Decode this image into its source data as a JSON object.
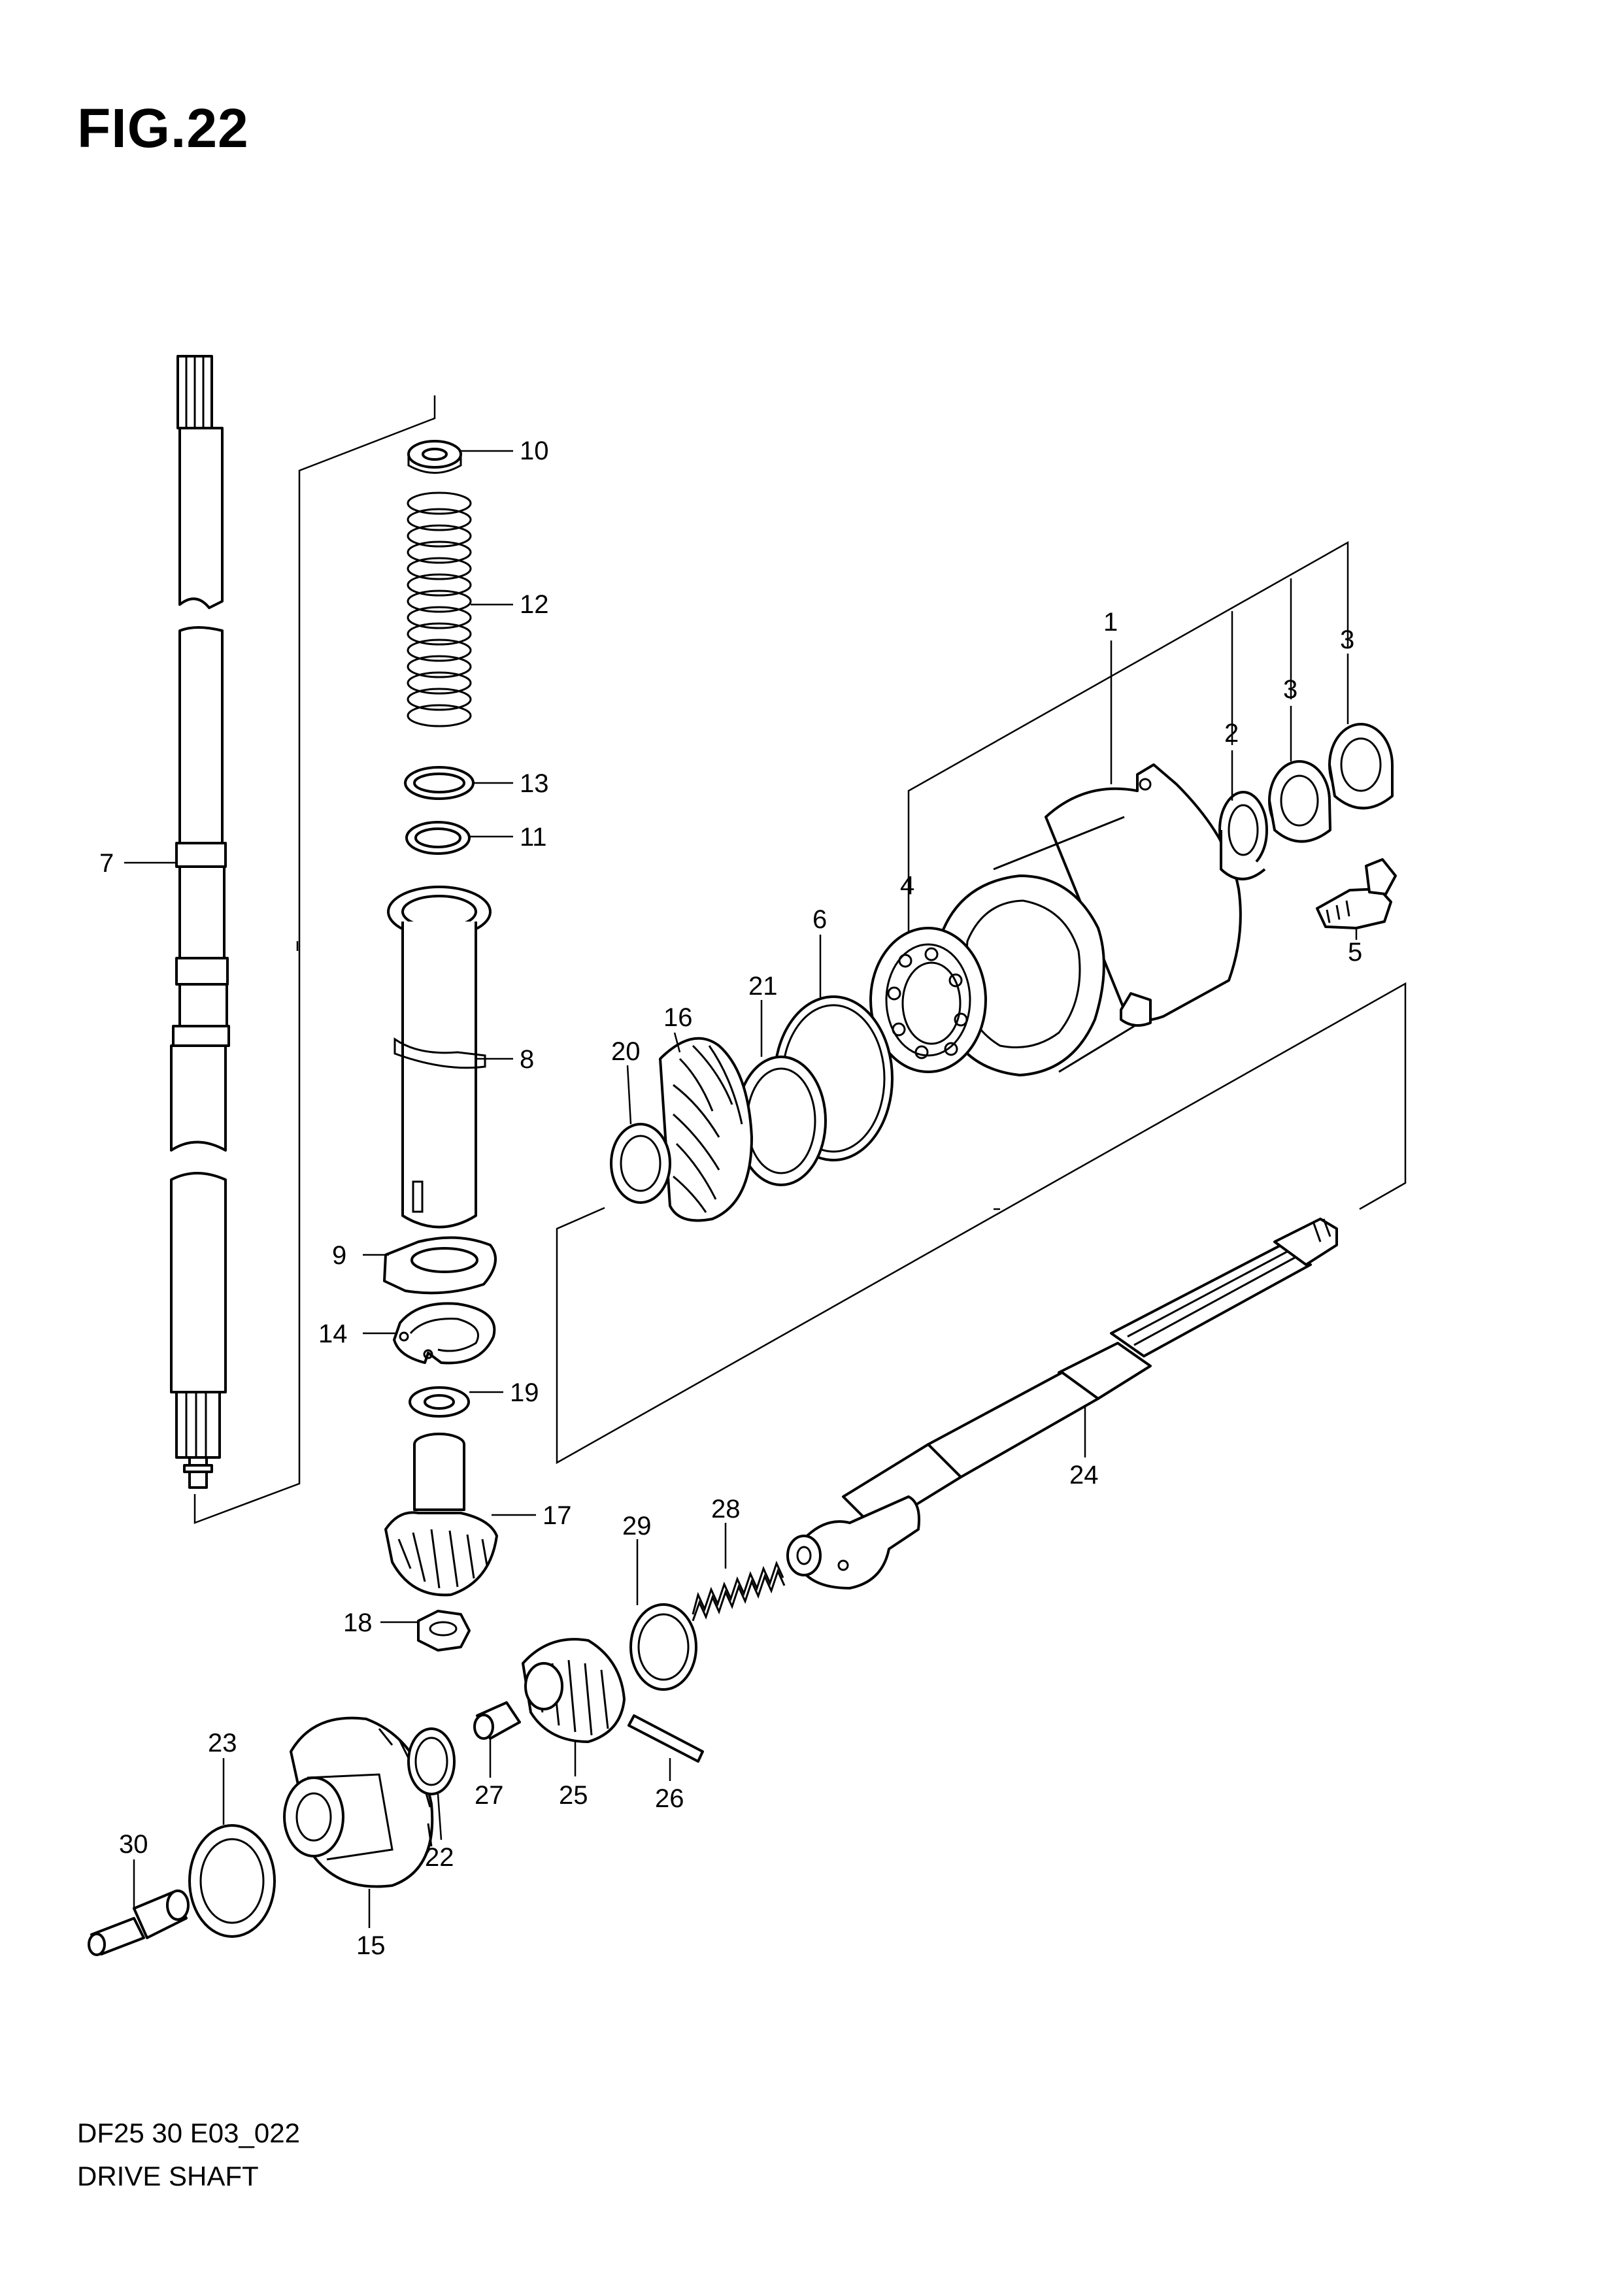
{
  "figure": {
    "title": "FIG.22",
    "code": "DF25 30 E03_022",
    "name": "DRIVE SHAFT"
  },
  "callouts": [
    {
      "id": "1",
      "label": "1"
    },
    {
      "id": "2",
      "label": "2"
    },
    {
      "id": "3a",
      "label": "3"
    },
    {
      "id": "3b",
      "label": "3"
    },
    {
      "id": "4",
      "label": "4"
    },
    {
      "id": "5",
      "label": "5"
    },
    {
      "id": "6",
      "label": "6"
    },
    {
      "id": "7",
      "label": "7"
    },
    {
      "id": "8",
      "label": "8"
    },
    {
      "id": "9",
      "label": "9"
    },
    {
      "id": "10",
      "label": "10"
    },
    {
      "id": "11",
      "label": "11"
    },
    {
      "id": "12",
      "label": "12"
    },
    {
      "id": "13",
      "label": "13"
    },
    {
      "id": "14",
      "label": "14"
    },
    {
      "id": "15",
      "label": "15"
    },
    {
      "id": "16",
      "label": "16"
    },
    {
      "id": "17",
      "label": "17"
    },
    {
      "id": "18",
      "label": "18"
    },
    {
      "id": "19",
      "label": "19"
    },
    {
      "id": "20",
      "label": "20"
    },
    {
      "id": "21",
      "label": "21"
    },
    {
      "id": "22",
      "label": "22"
    },
    {
      "id": "23",
      "label": "23"
    },
    {
      "id": "24",
      "label": "24"
    },
    {
      "id": "25",
      "label": "25"
    },
    {
      "id": "26",
      "label": "26"
    },
    {
      "id": "27",
      "label": "27"
    },
    {
      "id": "28",
      "label": "28"
    },
    {
      "id": "29",
      "label": "29"
    },
    {
      "id": "30",
      "label": "30"
    }
  ]
}
